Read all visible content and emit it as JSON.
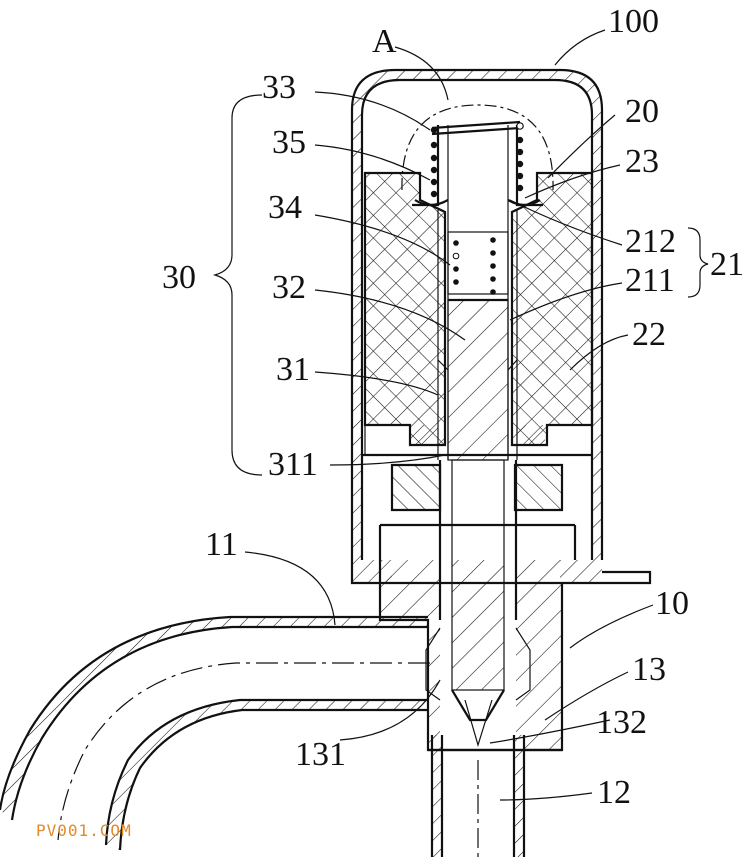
{
  "labels": {
    "l100": "100",
    "lA": "A",
    "l33": "33",
    "l20": "20",
    "l35": "35",
    "l23": "23",
    "l34": "34",
    "l212": "212",
    "l21": "21",
    "l30": "30",
    "l211": "211",
    "l32": "32",
    "l22": "22",
    "l31": "31",
    "l311": "311",
    "l11": "11",
    "l10": "10",
    "l13": "13",
    "l131": "131",
    "l132": "132",
    "l12": "12"
  },
  "watermark": "PV001.COM",
  "colors": {
    "line": "#111111",
    "watermark": "#e08a2c",
    "background": "#ffffff"
  }
}
